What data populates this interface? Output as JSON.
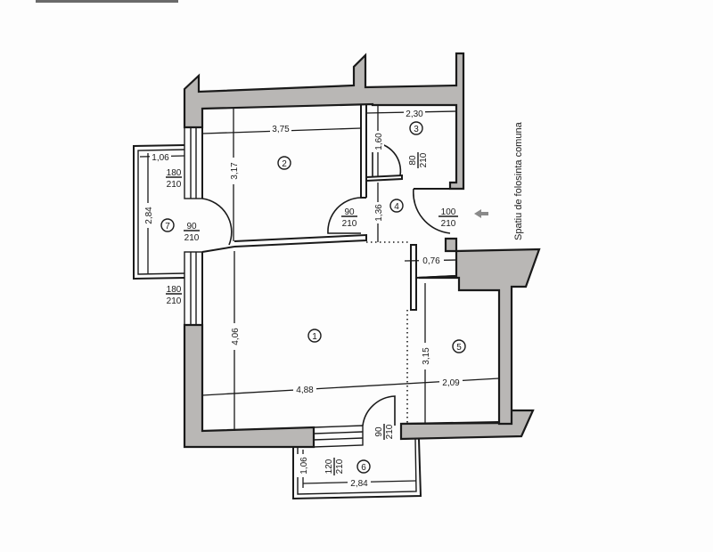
{
  "plan": {
    "common_space_label": "Spatiu de folosinta comuna",
    "entry_arrow_icon": "arrow-left-icon",
    "rooms": [
      {
        "id": "1",
        "dims": {
          "width": "4,88",
          "depth": "4,06"
        }
      },
      {
        "id": "2",
        "dims": {
          "width": "3,75",
          "depth": "3,17"
        }
      },
      {
        "id": "3",
        "dims": {
          "width": "2,30",
          "depth": "1,60"
        }
      },
      {
        "id": "4",
        "dims": {
          "depth": "1,36",
          "width": "0,76"
        }
      },
      {
        "id": "5",
        "dims": {
          "width": "2,09",
          "depth": "3,15"
        }
      },
      {
        "id": "6",
        "dims": {
          "width": "2,84",
          "depth": "1,06"
        }
      },
      {
        "id": "7",
        "dims": {
          "width": "1,06",
          "depth": "2,84"
        }
      }
    ],
    "openings": [
      {
        "name": "window-room7-top",
        "w": "180",
        "h": "210"
      },
      {
        "name": "door-room7",
        "w": "90",
        "h": "210"
      },
      {
        "name": "window-room1",
        "w": "180",
        "h": "210"
      },
      {
        "name": "door-room2",
        "w": "90",
        "h": "210"
      },
      {
        "name": "door-room3",
        "w": "80",
        "h": "210"
      },
      {
        "name": "entry-door",
        "w": "100",
        "h": "210"
      },
      {
        "name": "window-room6",
        "w": "120",
        "h": "210"
      },
      {
        "name": "door-room6",
        "w": "90",
        "h": "210"
      }
    ]
  }
}
